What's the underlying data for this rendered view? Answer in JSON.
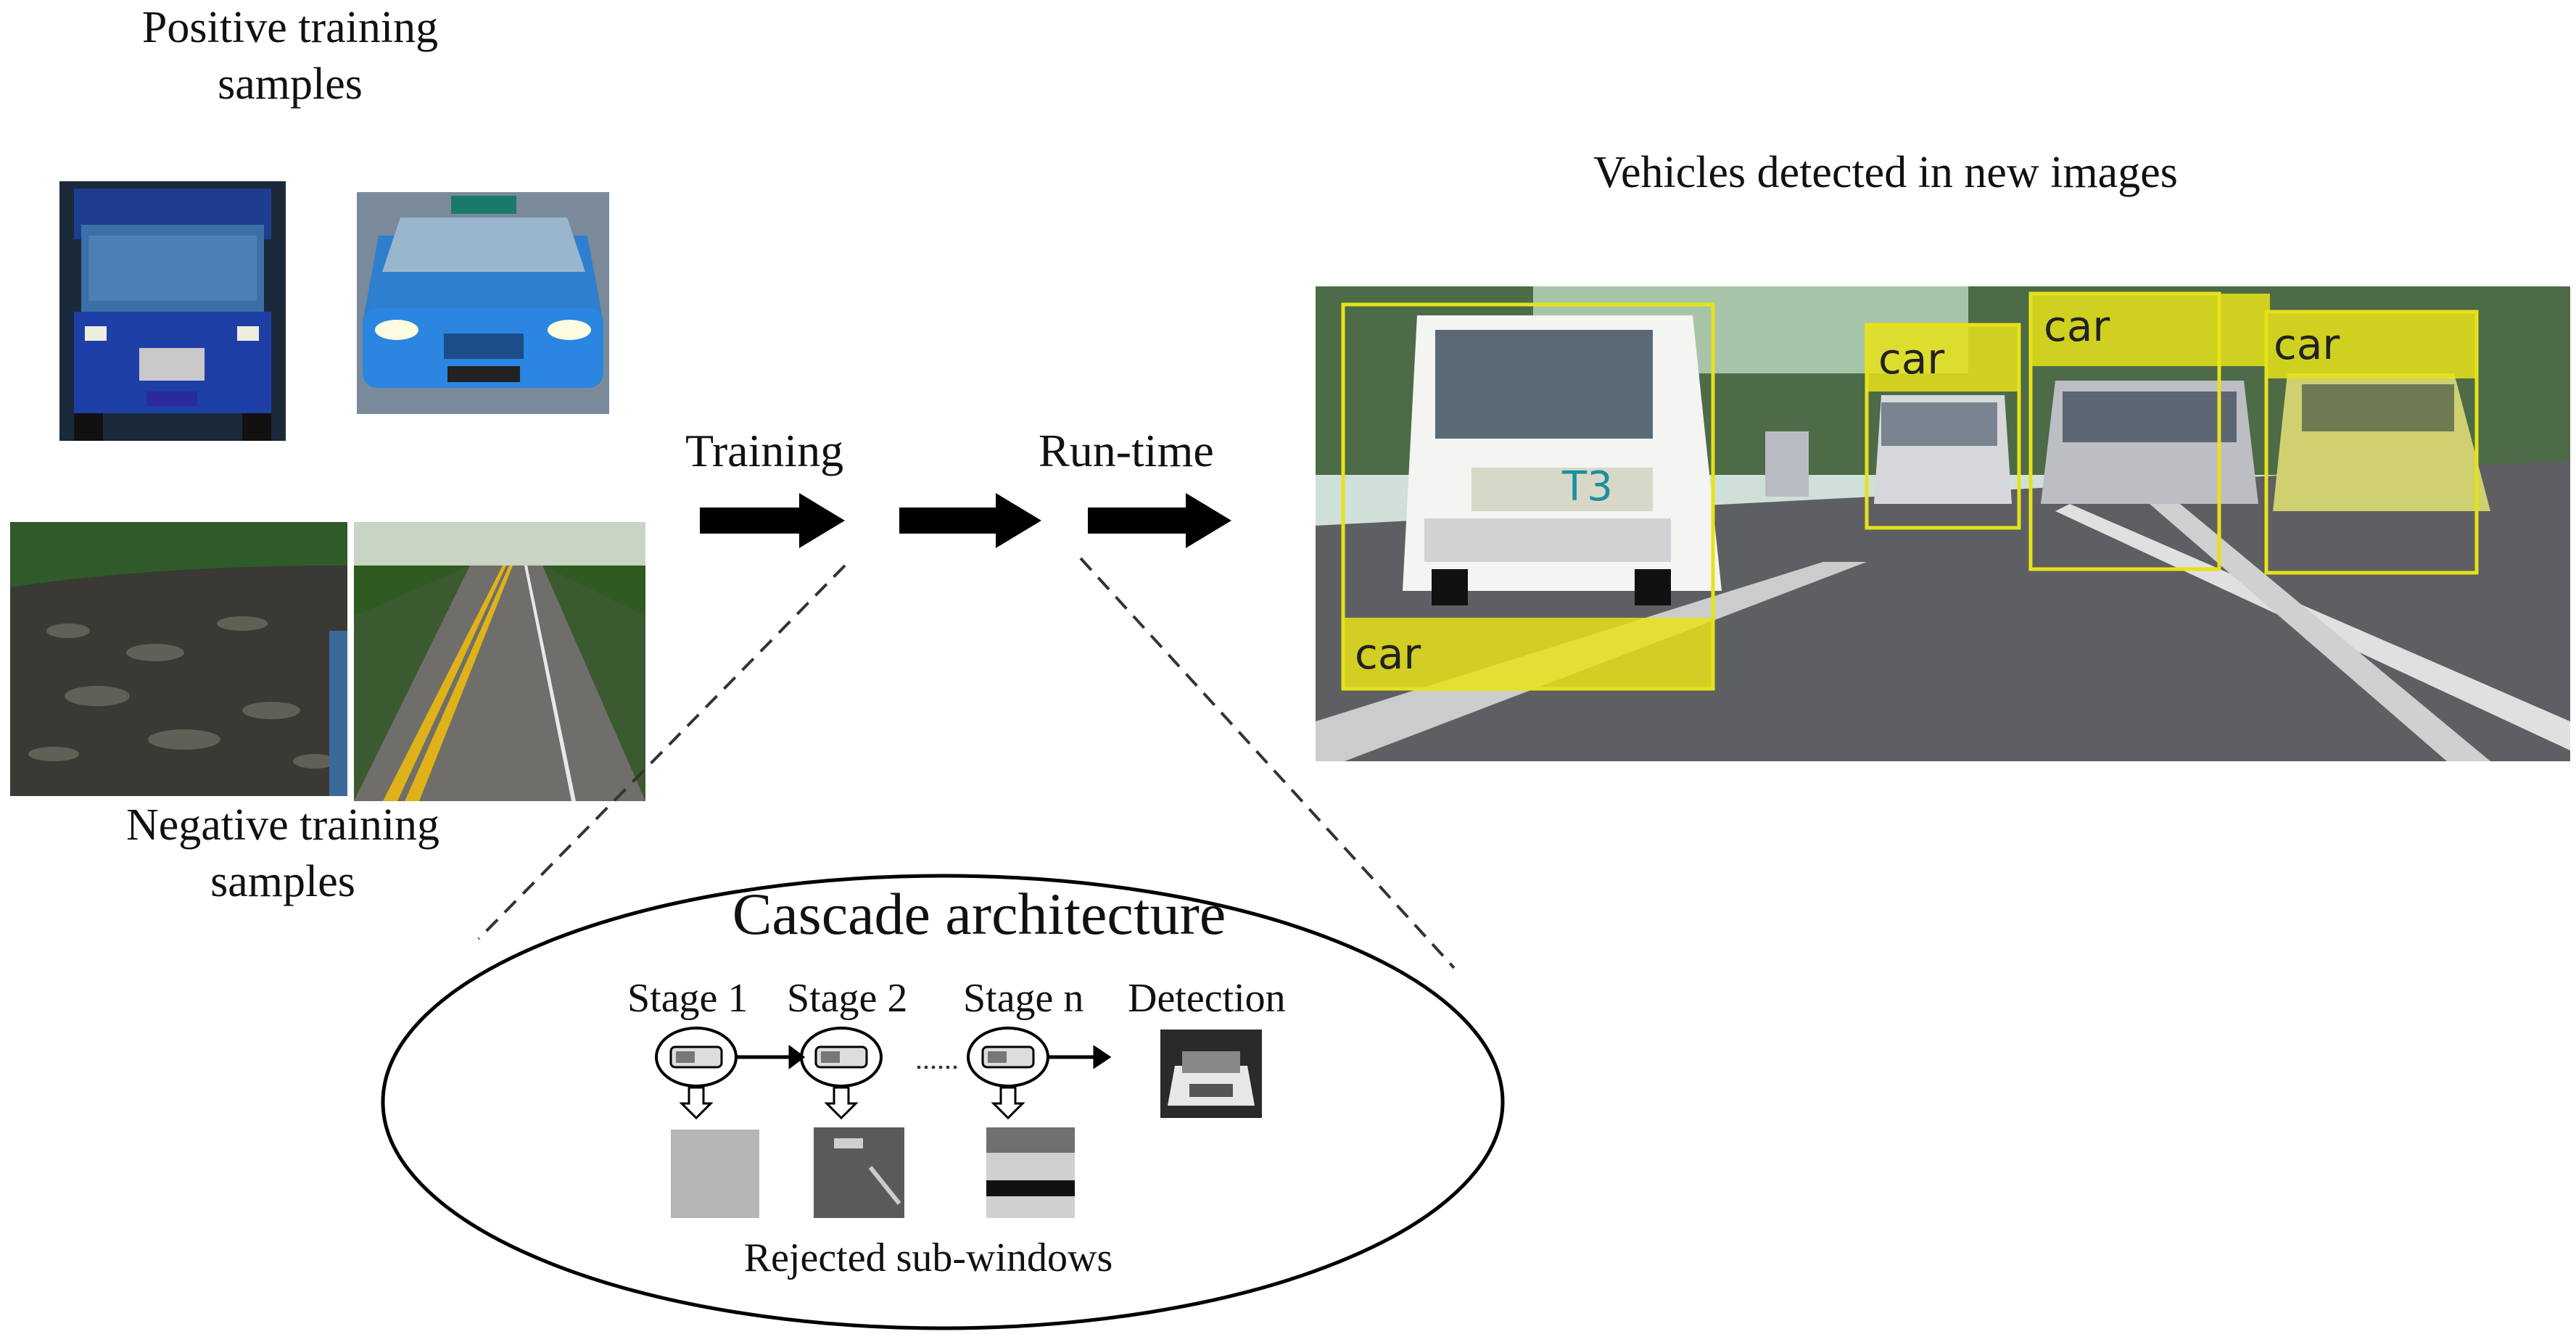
{
  "labels": {
    "positive_line1": "Positive training",
    "positive_line2": "samples",
    "negative_line1": "Negative training",
    "negative_line2": "samples",
    "vehicles_detected": "Vehicles detected in new images",
    "training": "Training",
    "run_time": "Run-time",
    "cascade_title": "Cascade architecture",
    "rejected": "Rejected sub-windows",
    "ellipsis": "......"
  },
  "stages": [
    {
      "label": "Stage 1"
    },
    {
      "label": "Stage 2"
    },
    {
      "label": "Stage n"
    },
    {
      "label": "Detection"
    }
  ],
  "detections": [
    {
      "label": "car"
    },
    {
      "label": "car"
    },
    {
      "label": "car"
    },
    {
      "label": "car"
    }
  ],
  "bus_sign": "T3",
  "colors": {
    "detection_box": "#e6e21a",
    "arrow": "#000000",
    "bus_sign": "#1a8fa0"
  },
  "icons": [
    "arrow-right-icon",
    "arrow-down-icon",
    "classifier-stage-icon",
    "dashed-connector-line"
  ]
}
